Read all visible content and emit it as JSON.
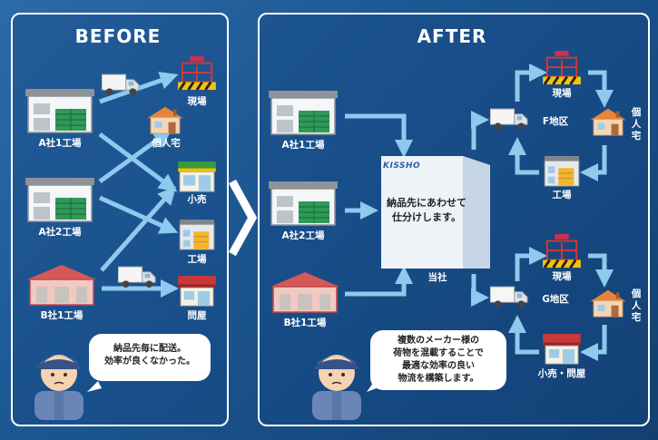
{
  "before": {
    "title": "BEFORE",
    "sources": [
      "A社1工場",
      "A社2工場",
      "B社1工場"
    ],
    "destinations": [
      "現場",
      "個人宅",
      "小売",
      "工場",
      "問屋"
    ],
    "speech": [
      "納品先毎に配送。",
      "効率が良くなかった。"
    ]
  },
  "after": {
    "title": "AFTER",
    "sources": [
      "A社1工場",
      "A社2工場",
      "B社1工場"
    ],
    "hub_brand": "KISSHO",
    "hub_text": [
      "納品先にあわせて",
      "仕分けします。"
    ],
    "hub_label": "当社",
    "region_f": {
      "name": "F地区",
      "nodes": [
        "現場",
        "個人宅",
        "工場"
      ]
    },
    "region_g": {
      "name": "G地区",
      "nodes": [
        "現場",
        "個人宅",
        "小売・問屋"
      ]
    },
    "speech": [
      "複数のメーカー様の",
      "荷物を混載することで",
      "最適な効率の良い",
      "物流を構築します。"
    ]
  },
  "colors": {
    "background": "#1b5590",
    "arrow": "#8ec9ee",
    "factory_roof": "#9aa1a8",
    "shutter_green": "#2f9a57",
    "house_wall": "#f2d7b5",
    "hub_box": "#e6eef6",
    "shop_green": "#3a9a3a",
    "shop_red": "#c8383a"
  }
}
